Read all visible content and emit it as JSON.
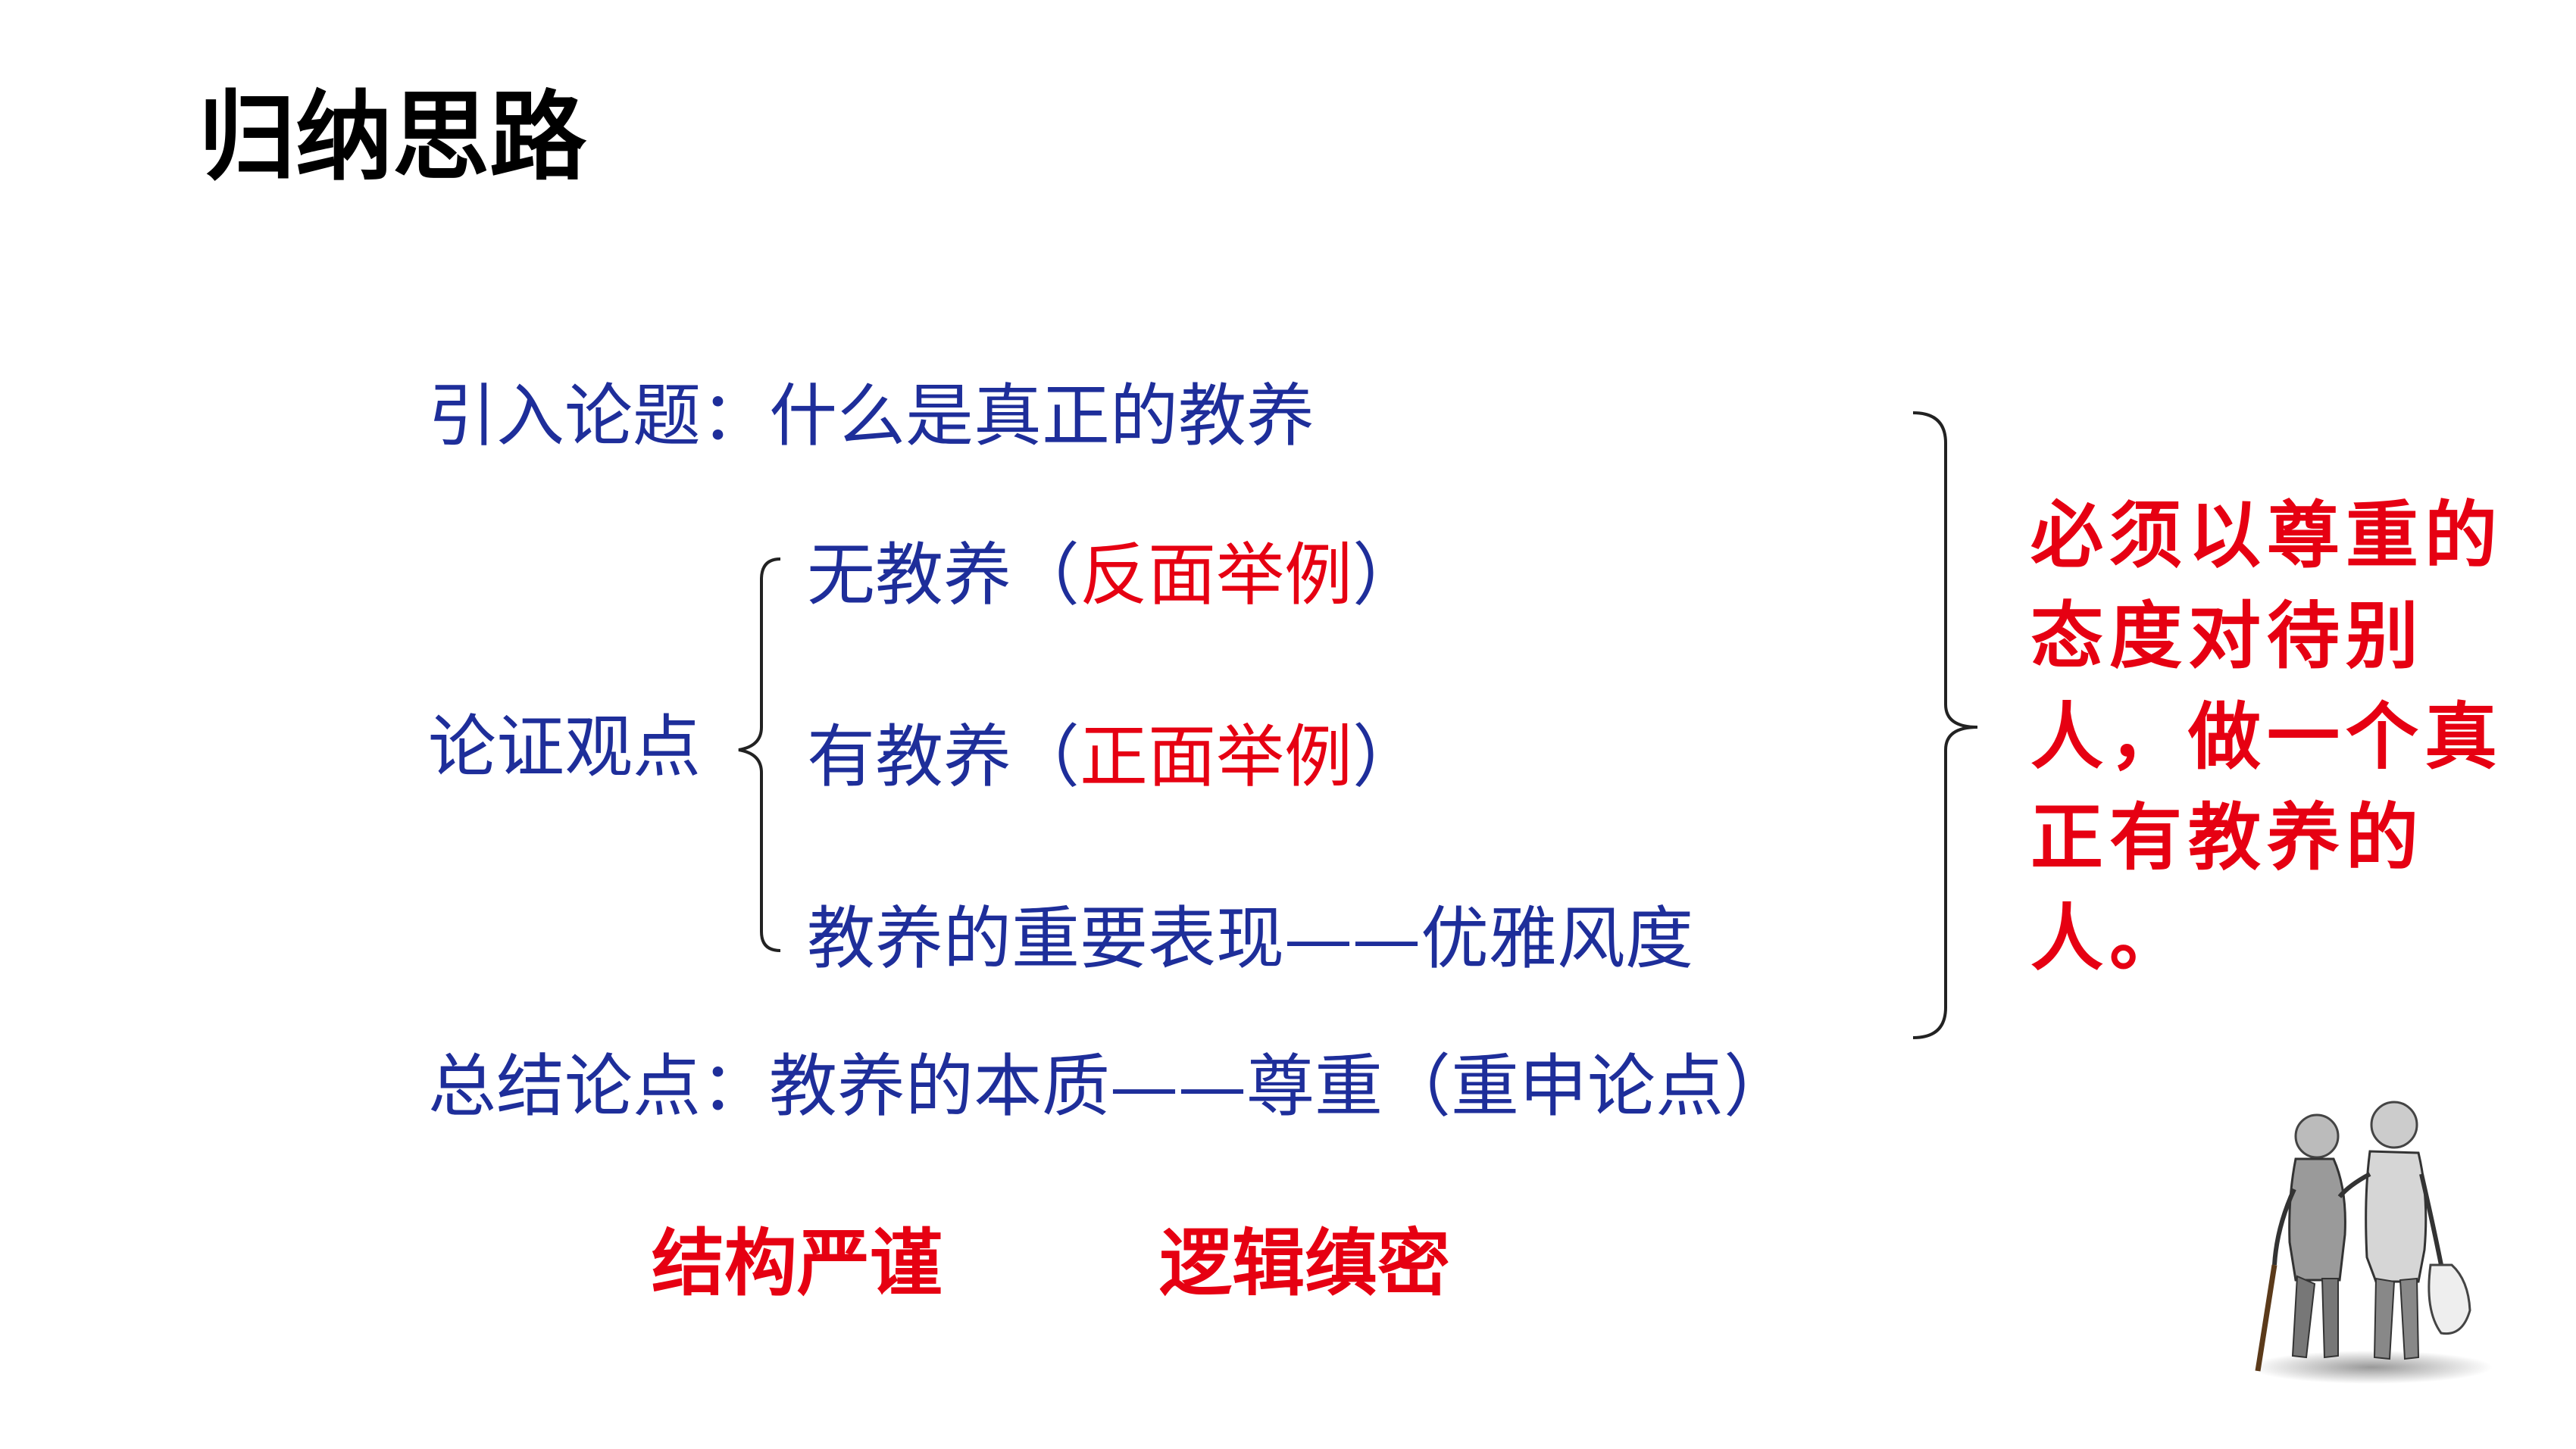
{
  "title": "归纳思路",
  "structure": {
    "intro": {
      "label": "引入论题：",
      "content": "什么是真正的教养"
    },
    "argue_label": "论证观点",
    "points": [
      {
        "prefix": "无教养（",
        "highlight": "反面举例",
        "suffix": "）"
      },
      {
        "prefix": "有教养（",
        "highlight": "正面举例",
        "suffix": "）"
      },
      {
        "prefix": "教养的重要表现——优雅风度",
        "highlight": "",
        "suffix": ""
      }
    ],
    "summary": {
      "label": "总结论点：",
      "content": "教养的本质——尊重（重申论点）"
    }
  },
  "conclusion": "必须以尊重的态度对待别人，做一个真正有教养的人。",
  "features": [
    "结构严谨",
    "逻辑缜密"
  ],
  "colors": {
    "blue": "#1e2e9a",
    "red": "#e60012",
    "title": "#000000"
  },
  "illustration": "elderly-pair-walking-sketch"
}
